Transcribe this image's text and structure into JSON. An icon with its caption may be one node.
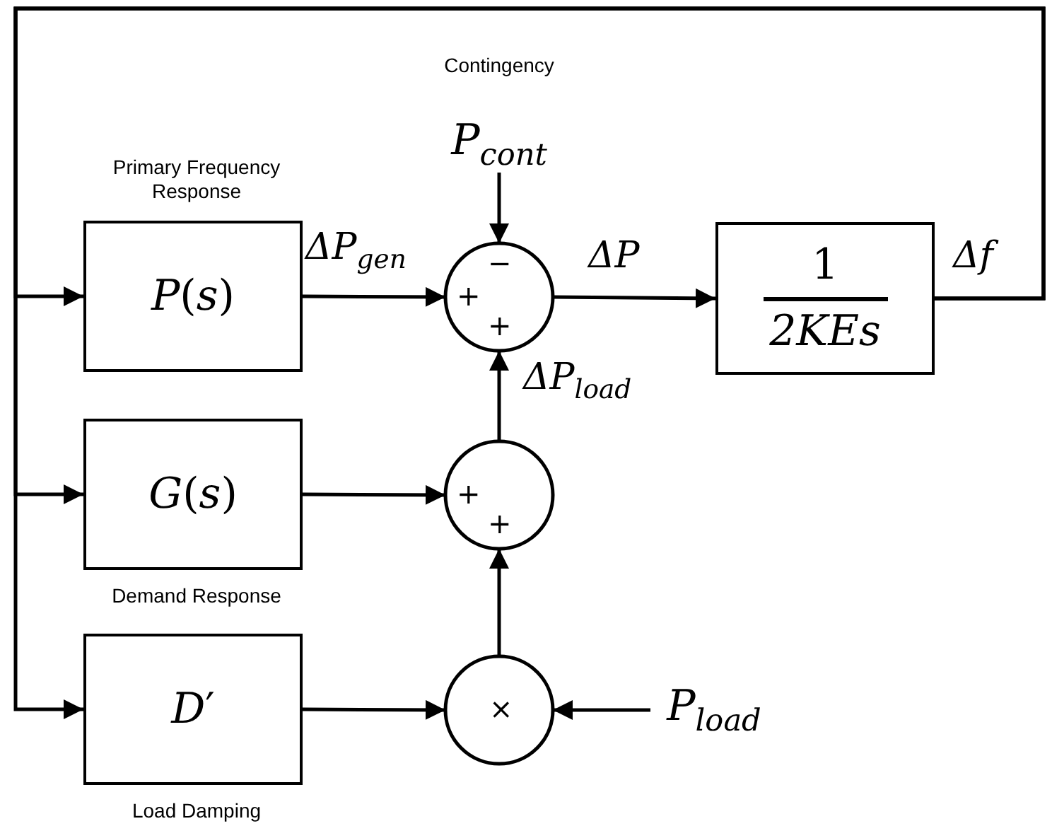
{
  "diagram": {
    "nodes": [
      {
        "text": [
          "*P*$_{cont}$"
        ],
        "beside": [
          "Contingency"
        ]
      },
      {
        "text": [
          "*P*(*s*)"
        ],
        "beside": [
          "Primary Frequency Response"
        ]
      },
      {
        "text": [
          "+",
          "−",
          "+"
        ]
      },
      {
        "text": [
          "1",
          "2KEs"
        ]
      },
      {
        "text": [
          "*G*(*s*)"
        ],
        "beside": [
          "Demand Response"
        ]
      },
      {
        "text": [
          "+",
          "+"
        ]
      },
      {
        "text": [
          "*D*′"
        ],
        "beside": [
          "Load Damping"
        ]
      },
      {
        "text": [
          "×"
        ]
      },
      {
        "text": [
          "*P*$_{load}$"
        ]
      }
    ],
    "edges": [
      {
        "from": 0,
        "to": 2,
        "arrow": "to"
      },
      {
        "from": 1,
        "to": 2,
        "arrow": "to",
        "label": "ΔP$_{gen}$"
      },
      {
        "from": 2,
        "to": 3,
        "arrow": "to",
        "label": "ΔP"
      },
      {
        "from": 3,
        "to": 1,
        "arrow": "to",
        "label": "Δf"
      },
      {
        "from": 3,
        "to": 4,
        "arrow": "to"
      },
      {
        "from": 3,
        "to": 6,
        "arrow": "to"
      },
      {
        "from": 4,
        "to": 5,
        "arrow": "to"
      },
      {
        "from": 5,
        "to": 2,
        "arrow": "to",
        "label": "ΔP$_{load}$"
      },
      {
        "from": 6,
        "to": 7,
        "arrow": "to"
      },
      {
        "from": 7,
        "to": 5,
        "arrow": "to"
      },
      {
        "from": 8,
        "to": 7,
        "arrow": "to"
      }
    ]
  }
}
